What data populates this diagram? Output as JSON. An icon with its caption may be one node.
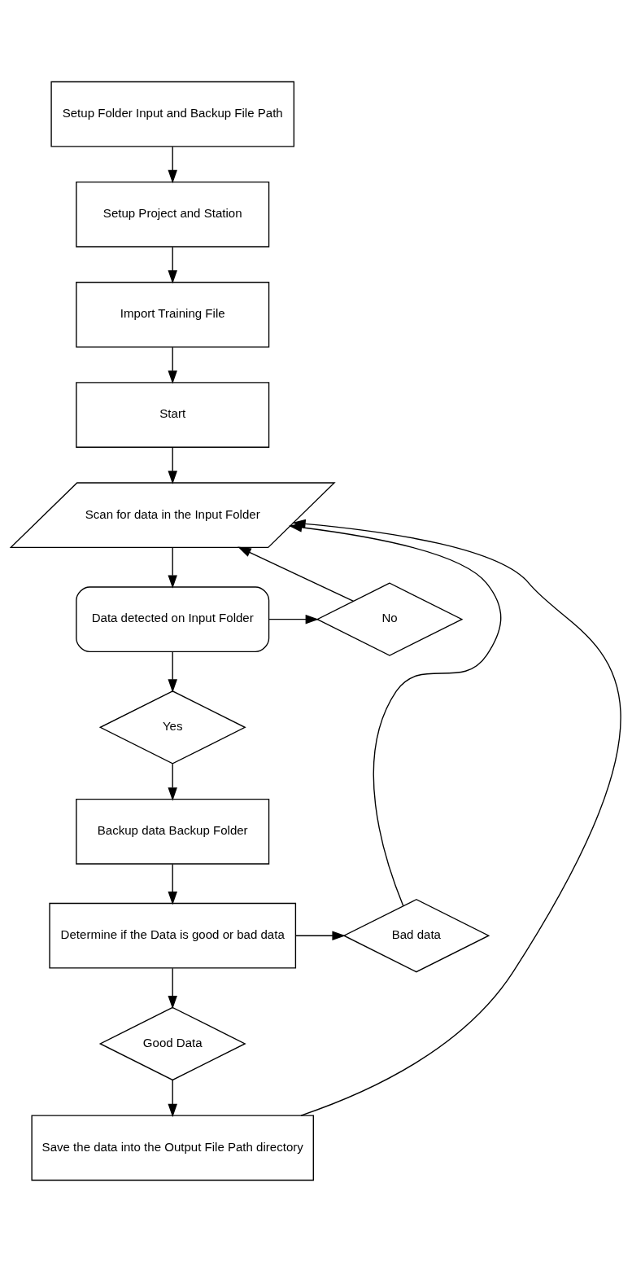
{
  "diagram": {
    "nodes": [
      {
        "text": [
          "Setup Folder Input and Backup File Path"
        ]
      },
      {
        "text": [
          "Setup Project and Station"
        ]
      },
      {
        "text": [
          "Import Training File"
        ]
      },
      {
        "text": [
          "Start"
        ]
      },
      {
        "text": [
          "Scan for data in the Input Folder"
        ]
      },
      {
        "text": [
          "Data detected on Input Folder"
        ]
      },
      {
        "text": [
          "No"
        ]
      },
      {
        "text": [
          "Yes"
        ]
      },
      {
        "text": [
          "Backup data Backup Folder"
        ]
      },
      {
        "text": [
          "Determine if the Data is good or bad data"
        ]
      },
      {
        "text": [
          "Bad data"
        ]
      },
      {
        "text": [
          "Good Data"
        ]
      },
      {
        "text": [
          "Save the data into the Output File Path directory"
        ]
      }
    ],
    "edges": [
      {
        "from": 0,
        "to": 1,
        "arrow": "to"
      },
      {
        "from": 1,
        "to": 2,
        "arrow": "to"
      },
      {
        "from": 2,
        "to": 3,
        "arrow": "to"
      },
      {
        "from": 3,
        "to": 4,
        "arrow": "to"
      },
      {
        "from": 4,
        "to": 5,
        "arrow": "to"
      },
      {
        "from": 5,
        "to": 6,
        "arrow": "to"
      },
      {
        "from": 6,
        "to": 4,
        "arrow": "to"
      },
      {
        "from": 5,
        "to": 7,
        "arrow": "to"
      },
      {
        "from": 7,
        "to": 8,
        "arrow": "to"
      },
      {
        "from": 8,
        "to": 9,
        "arrow": "to"
      },
      {
        "from": 9,
        "to": 10,
        "arrow": "to"
      },
      {
        "from": 10,
        "to": 4,
        "arrow": "to"
      },
      {
        "from": 9,
        "to": 11,
        "arrow": "to"
      },
      {
        "from": 11,
        "to": 12,
        "arrow": "to"
      },
      {
        "from": 12,
        "to": 4,
        "arrow": "to"
      }
    ]
  }
}
